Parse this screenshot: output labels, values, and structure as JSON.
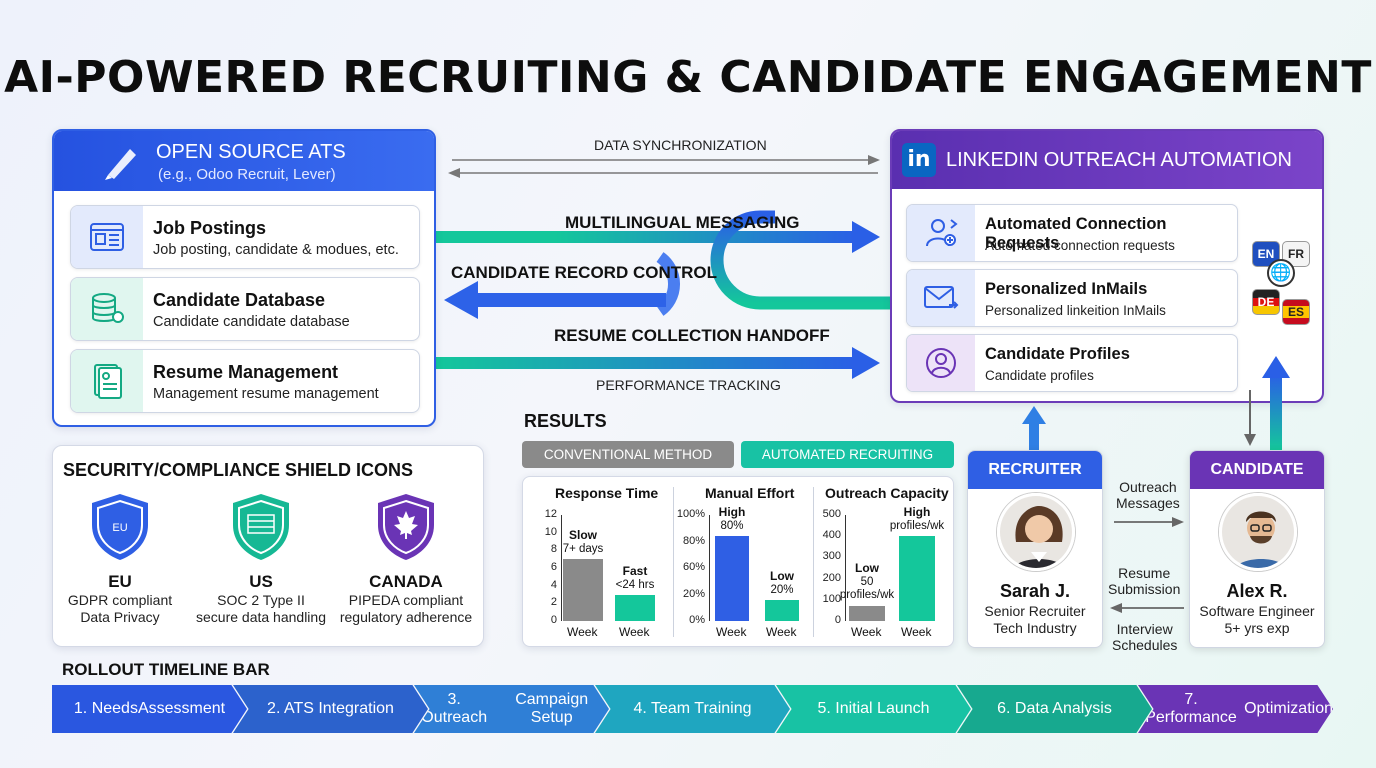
{
  "title": "AI-POWERED RECRUITING & CANDIDATE ENGAGEMENT",
  "ats": {
    "title": "OPEN SOURCE ATS",
    "subtitle": "(e.g., Odoo Recruit, Lever)",
    "items": [
      {
        "title": "Job Postings",
        "desc": "Job posting, candidate & modues, etc.",
        "icon": "job-postings-icon"
      },
      {
        "title": "Candidate Database",
        "desc": "Candidate candidate database",
        "icon": "database-icon"
      },
      {
        "title": "Resume Management",
        "desc": "Management resume management",
        "icon": "resume-icon"
      }
    ]
  },
  "flows": {
    "sync": "DATA SYNCHRONIZATION",
    "multilingual": "MULTILINGUAL MESSAGING",
    "record_control": "CANDIDATE RECORD CONTROL",
    "resume_handoff": "RESUME COLLECTION HANDOFF",
    "performance": "PERFORMANCE TRACKING"
  },
  "linkedin": {
    "logo": "in",
    "title": "LINKEDIN OUTREACH AUTOMATION",
    "items": [
      {
        "title": "Automated Connection Requests",
        "desc": "Automated connection requests",
        "icon": "add-user-icon"
      },
      {
        "title": "Personalized InMails",
        "desc": "Personalized linkeition InMails",
        "icon": "mail-icon"
      },
      {
        "title": "Candidate Profiles",
        "desc": "Candidate profiles",
        "icon": "profile-icon"
      }
    ],
    "languages": [
      "EN",
      "FR",
      "DE",
      "ES"
    ]
  },
  "security": {
    "title": "SECURITY/COMPLIANCE SHIELD ICONS",
    "shields": [
      {
        "name": "EU",
        "emblem": "EU",
        "line1": "GDPR compliant",
        "line2": "Data Privacy",
        "color": "#2f5fe4"
      },
      {
        "name": "US",
        "emblem": "",
        "line1": "SOC 2 Type II",
        "line2": "secure data handling",
        "color": "#16b894"
      },
      {
        "name": "CANADA",
        "emblem": "",
        "line1": "PIPEDA compliant",
        "line2": "regulatory adherence",
        "color": "#6a34b5"
      }
    ]
  },
  "results": {
    "title": "RESULTS",
    "tag_conventional": "CONVENTIONAL METHOD",
    "tag_automated": "AUTOMATED RECRUITING"
  },
  "chart_data": [
    {
      "type": "bar",
      "title": "Response Time",
      "categories": [
        "Week",
        "Week"
      ],
      "values": [
        7,
        3
      ],
      "labels": [
        [
          "Slow",
          "7+ days"
        ],
        [
          "Fast",
          "<24 hrs"
        ]
      ],
      "colors": [
        "#8a8a8a",
        "#14c79b"
      ],
      "ylim": [
        0,
        12
      ],
      "yticks": [
        "12",
        "10",
        "8",
        "6",
        "4",
        "2",
        "0"
      ]
    },
    {
      "type": "bar",
      "title": "Manual Effort",
      "categories": [
        "Week",
        "Week"
      ],
      "values": [
        80,
        20
      ],
      "labels": [
        [
          "High",
          "80%"
        ],
        [
          "Low",
          "20%"
        ]
      ],
      "colors": [
        "#2f5fe4",
        "#14c79b"
      ],
      "ylim": [
        0,
        100
      ],
      "yticks": [
        "100%",
        "80%",
        "60%",
        "20%",
        "0%"
      ]
    },
    {
      "type": "bar",
      "title": "Outreach Capacity",
      "categories": [
        "Week",
        "Week"
      ],
      "values": [
        70,
        400
      ],
      "labels": [
        [
          "Low",
          "50",
          "profiles/wk"
        ],
        [
          "High",
          "profiles/wk"
        ]
      ],
      "colors": [
        "#8a8a8a",
        "#14c79b"
      ],
      "ylim": [
        0,
        500
      ],
      "yticks": [
        "500",
        "400",
        "300",
        "200",
        "100",
        "0"
      ]
    }
  ],
  "people": {
    "recruiter": {
      "role": "RECRUITER",
      "name": "Sarah J.",
      "line1": "Senior Recruiter",
      "line2": "Tech Industry"
    },
    "candidate": {
      "role": "CANDIDATE",
      "name": "Alex R.",
      "line1": "Software Engineer",
      "line2": "5+ yrs exp"
    },
    "outreach": [
      "Outreach",
      "Messages"
    ],
    "resume": [
      "Resume",
      "Submission"
    ],
    "interview": [
      "Interview",
      "Schedules"
    ]
  },
  "timeline": {
    "title": "ROLLOUT TIMELINE BAR",
    "steps": [
      [
        "1. Needs",
        "Assessment"
      ],
      [
        "2. ATS Integration"
      ],
      [
        "3. Outreach",
        "Campaign Setup"
      ],
      [
        "4. Team Training"
      ],
      [
        "5. Initial Launch"
      ],
      [
        "6. Data Analysis"
      ],
      [
        "7. Performance",
        "Optimization"
      ]
    ],
    "colors": [
      "#2a57e0",
      "#2c62cc",
      "#2f7fd6",
      "#1fa6c0",
      "#18c2a4",
      "#17a98f",
      "#6a34b5"
    ]
  }
}
